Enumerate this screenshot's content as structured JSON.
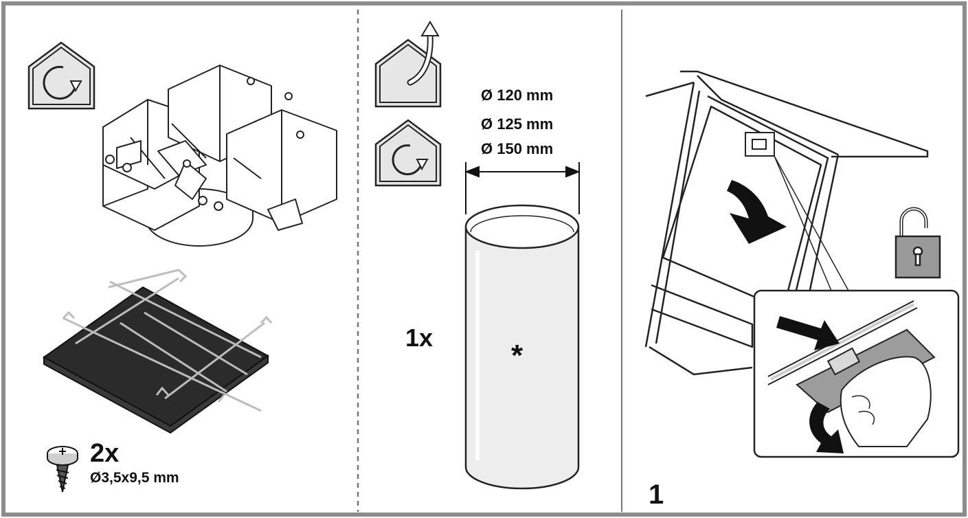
{
  "panel_left": {
    "screw_quantity": "2x",
    "screw_size": "Ø3,5x9,5 mm"
  },
  "panel_middle": {
    "diameters": [
      "Ø 120 mm",
      "Ø 125 mm",
      "Ø 150 mm"
    ],
    "tube_quantity": "1x",
    "tube_marker": "*"
  },
  "panel_right": {
    "step_number": "1"
  },
  "icons": {
    "recirculation_mode": "house-recirculation-icon",
    "extraction_mode": "house-extraction-icon",
    "unlock": "padlock-open-icon"
  },
  "colors": {
    "frame": "#8c8c8c",
    "divider": "#777777",
    "filter_dark": "#2b2b2b",
    "icon_fill": "#e6e6e6",
    "tube_fill": "#ededed",
    "padlock_fill": "#9a9a9a"
  }
}
